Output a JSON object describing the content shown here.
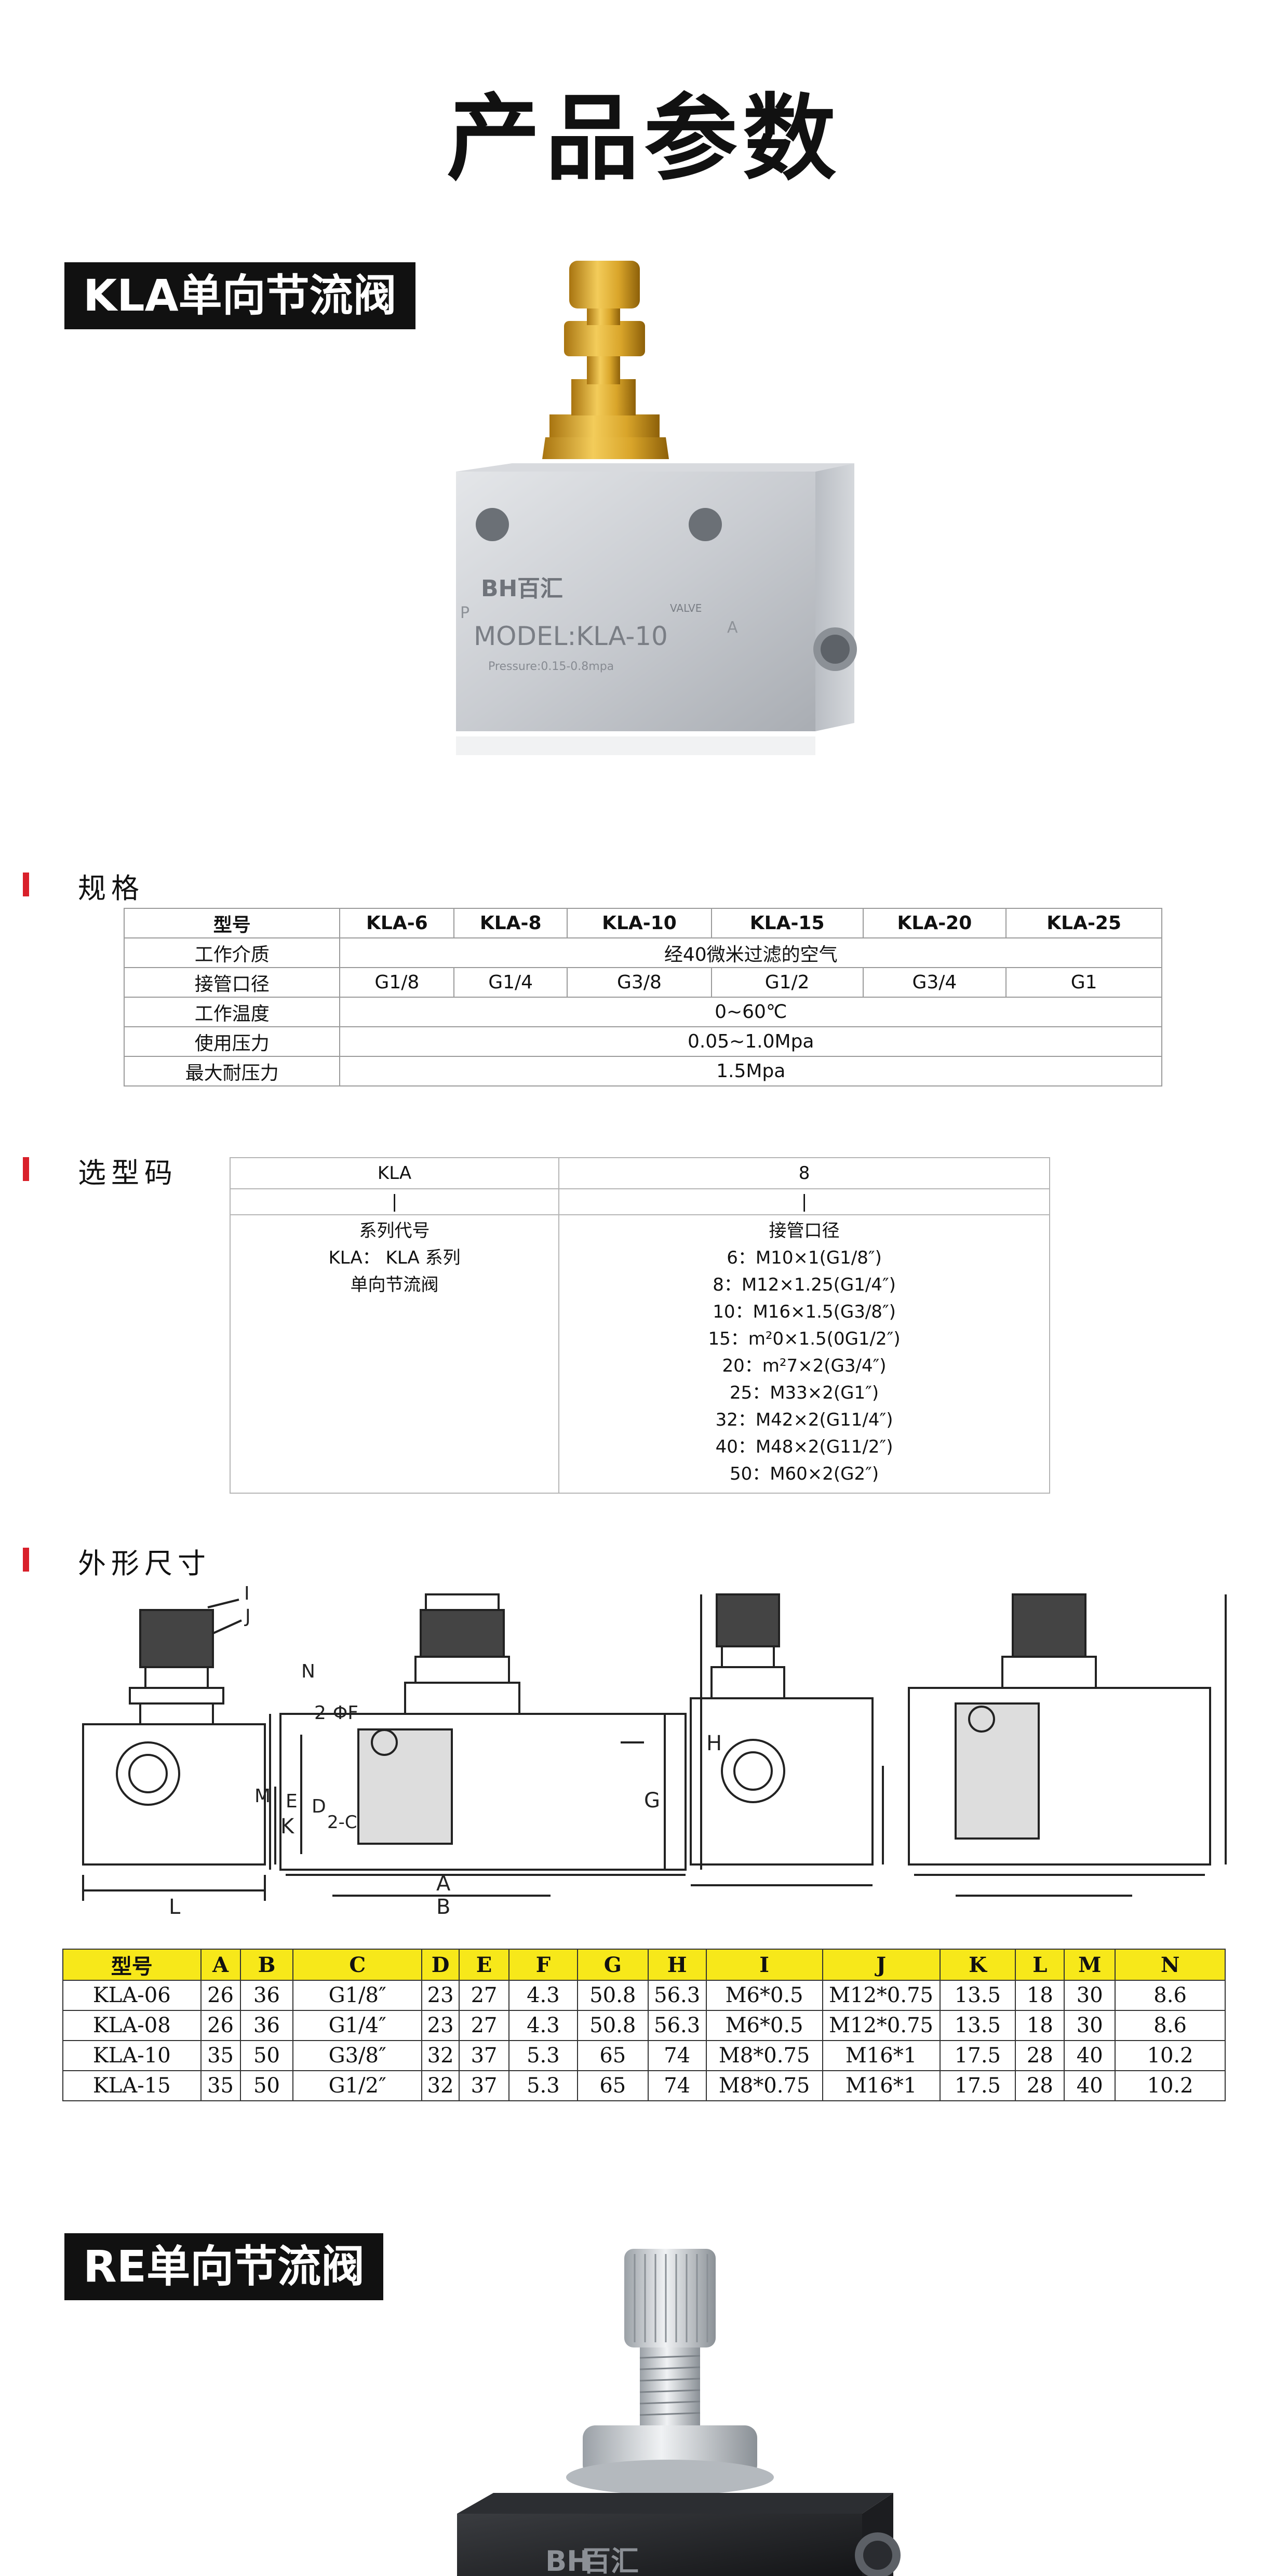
{
  "page": {
    "title": "产品参数"
  },
  "kla": {
    "badge": "KLA单向节流阀",
    "body_brand": "百汇",
    "body_brand_mark": "BH",
    "body_valve": "VALVE",
    "body_model": "MODEL:KLA-10",
    "body_pressure": "Pressure:0.15-0.8mpa",
    "port_p": "P",
    "port_a": "A"
  },
  "specs": {
    "section_title": "规格",
    "header": [
      "型号",
      "KLA-6",
      "KLA-8",
      "KLA-10",
      "KLA-15",
      "KLA-20",
      "KLA-25"
    ],
    "medium": {
      "label": "工作介质",
      "value": "经40微米过滤的空气"
    },
    "port": {
      "label": "接管口径",
      "values": [
        "G1/8",
        "G1/4",
        "G3/8",
        "G1/2",
        "G3/4",
        "G1"
      ]
    },
    "temp": {
      "label": "工作温度",
      "value": "0~60℃"
    },
    "pressure": {
      "label": "使用压力",
      "value": "0.05~1.0Mpa"
    },
    "max_pressure": {
      "label": "最大耐压力",
      "value": "1.5Mpa"
    }
  },
  "selection": {
    "section_title": "选型码",
    "code_1": "KLA",
    "code_2": "8",
    "sep": "|",
    "left_lines": [
      "系列代号",
      "KLA： KLA 系列",
      "单向节流阀"
    ],
    "right_lines": [
      "接管口径",
      "6：M10×1(G1/8″)",
      "8：M12×1.25(G1/4″)",
      "10：M16×1.5(G3/8″)",
      "15：m²0×1.5(0G1/2″)",
      "20：m²7×2(G3/4″)",
      "25：M33×2(G1″)",
      "32：M42×2(G11/4″)",
      "40：M48×2(G11/2″)",
      "50：M60×2(G2″)"
    ]
  },
  "drawing": {
    "section_title": "外形尺寸",
    "labels": {
      "i": "I",
      "j": "J",
      "n": "N",
      "m": "M",
      "e": "E",
      "d": "D",
      "c": "2-C",
      "f": "2-ΦF",
      "a": "A",
      "b": "B",
      "g": "G",
      "h": "H",
      "k": "K",
      "l": "L"
    }
  },
  "dims": {
    "header": [
      "型号",
      "A",
      "B",
      "C",
      "D",
      "E",
      "F",
      "G",
      "H",
      "I",
      "J",
      "K",
      "L",
      "M",
      "N"
    ],
    "rows": [
      [
        "KLA-06",
        "26",
        "36",
        "G1/8″",
        "23",
        "27",
        "4.3",
        "50.8",
        "56.3",
        "M6*0.5",
        "M12*0.75",
        "13.5",
        "18",
        "30",
        "8.6"
      ],
      [
        "KLA-08",
        "26",
        "36",
        "G1/4″",
        "23",
        "27",
        "4.3",
        "50.8",
        "56.3",
        "M6*0.5",
        "M12*0.75",
        "13.5",
        "18",
        "30",
        "8.6"
      ],
      [
        "KLA-10",
        "35",
        "50",
        "G3/8″",
        "32",
        "37",
        "5.3",
        "65",
        "74",
        "M8*0.75",
        "M16*1",
        "17.5",
        "28",
        "40",
        "10.2"
      ],
      [
        "KLA-15",
        "35",
        "50",
        "G1/2″",
        "32",
        "37",
        "5.3",
        "65",
        "74",
        "M8*0.75",
        "M16*1",
        "17.5",
        "28",
        "40",
        "10.2"
      ]
    ]
  },
  "re": {
    "badge": "RE单向节流阀",
    "body_brand": "百汇",
    "body_brand_mark": "BH"
  },
  "colors": {
    "accent": "#d9202a",
    "brass": "#d9a52a",
    "header_yellow": "#f7e81a"
  }
}
